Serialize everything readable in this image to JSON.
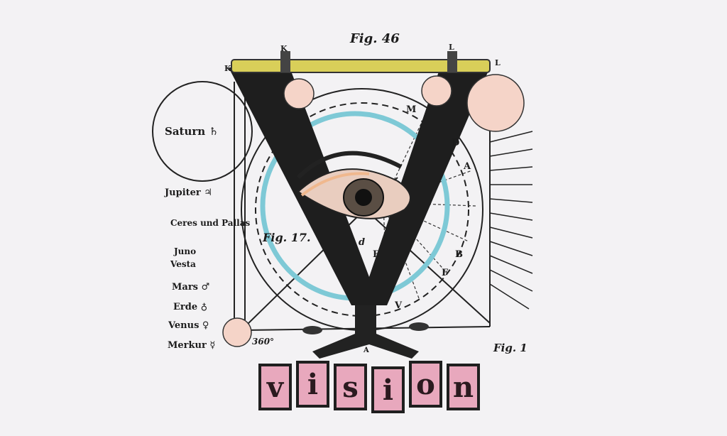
{
  "figure": {
    "title": "Fig. 46",
    "inner_label": "Fig. 17.",
    "corner_label": "Fig. 1",
    "degree": "360°"
  },
  "planets": [
    "Saturn ♄",
    "Jupiter ♃",
    "Ceres und Pallas",
    "Juno",
    "Vesta",
    "Mars ♂",
    "Erde ♁",
    "Venus ♀",
    "Merkur ☿"
  ],
  "point_letters": [
    "K",
    "K",
    "L",
    "L",
    "M",
    "D",
    "A",
    "B",
    "F",
    "E",
    "V",
    "A",
    "d"
  ],
  "word_tiles": [
    "v",
    "i",
    "s",
    "i",
    "o",
    "n"
  ],
  "colors": {
    "paper": "#f3f2f4",
    "ink": "#1c1c1c",
    "ring": "#7ec9d6",
    "bar": "#d9cf59",
    "tile_fill": "#e8a8bd",
    "dot": "#f5d4c8"
  }
}
